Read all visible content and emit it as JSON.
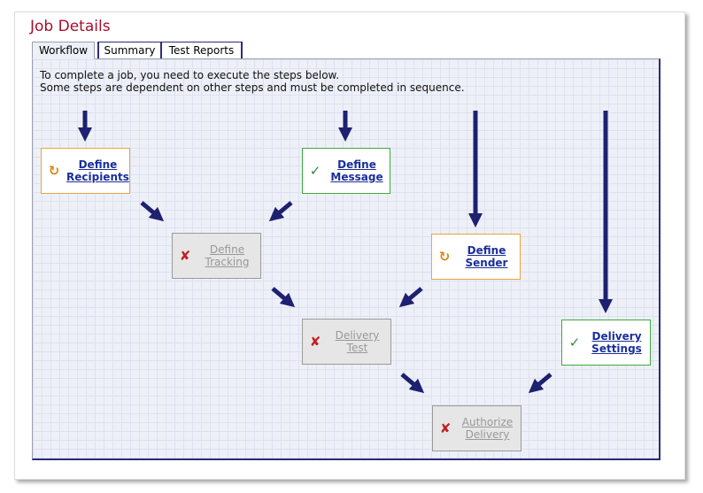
{
  "page": {
    "title": "Job Details"
  },
  "tabs": [
    {
      "label": "Workflow",
      "active": true
    },
    {
      "label": "Summary",
      "active": false
    },
    {
      "label": "Test Reports",
      "active": false
    }
  ],
  "intro": {
    "line1": "To complete a job, you need to execute the steps below.",
    "line2": "Some steps are dependent on other steps and must be completed in sequence."
  },
  "steps": {
    "recipients": {
      "line1": "Define",
      "line2": "Recipients",
      "status": "in-progress",
      "icon": "refresh-icon"
    },
    "message": {
      "line1": "Define",
      "line2": "Message",
      "status": "complete",
      "icon": "checkmark-icon"
    },
    "tracking": {
      "line1": "Define",
      "line2": "Tracking",
      "status": "locked",
      "icon": "x-mark-icon"
    },
    "sender": {
      "line1": "Define",
      "line2": "Sender",
      "status": "in-progress",
      "icon": "refresh-icon"
    },
    "test": {
      "line1": "Delivery",
      "line2": "Test",
      "status": "locked",
      "icon": "x-mark-icon"
    },
    "settings": {
      "line1": "Delivery",
      "line2": "Settings",
      "status": "complete",
      "icon": "checkmark-icon"
    },
    "authorize": {
      "line1": "Authorize",
      "line2": "Delivery",
      "status": "locked",
      "icon": "x-mark-icon"
    }
  },
  "colors": {
    "title": "#a3102f",
    "arrow": "#1e2070",
    "link": "#1a2f9a",
    "pending_border": "#f0a23c",
    "complete_border": "#3eaa3e",
    "locked_border": "#9a9a9a"
  }
}
